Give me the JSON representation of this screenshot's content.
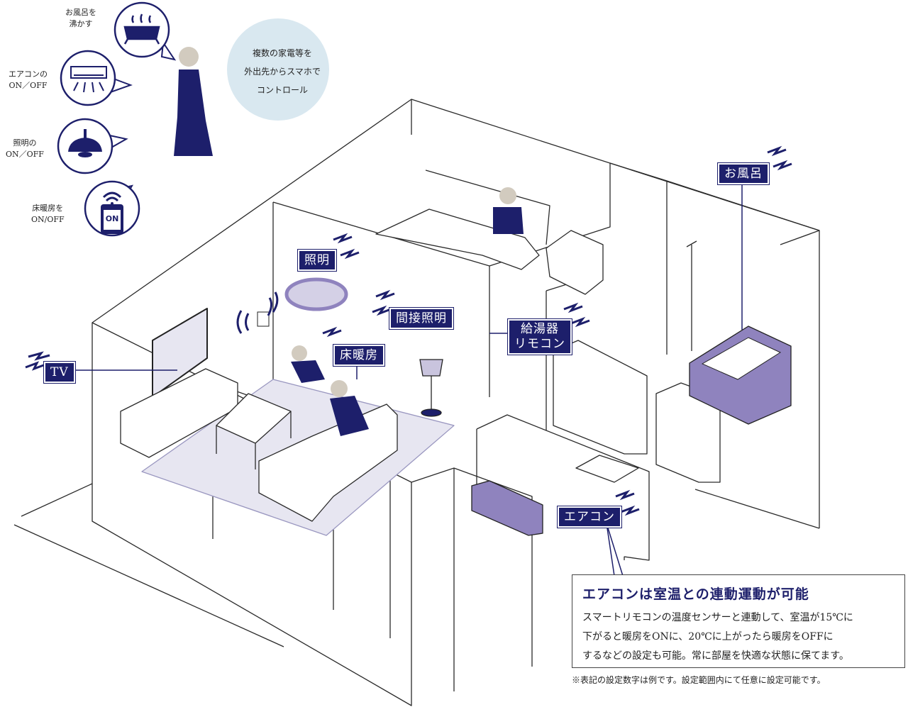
{
  "colors": {
    "navy": "#1d1f6b",
    "lavender": "#8f83be",
    "pale": "#e7e6f1",
    "bubble": "#d9e8f0",
    "line": "#2a2a2a"
  },
  "phone_controls": [
    {
      "caption": "お風呂を\n沸かす",
      "icon": "bathtub-icon"
    },
    {
      "caption": "エアコンの\nON／OFF",
      "icon": "air-conditioner-icon"
    },
    {
      "caption": "照明の\nON／OFF",
      "icon": "pendant-light-icon"
    },
    {
      "caption": "床暖房を\nON/OFF",
      "icon": "phone-on-icon",
      "button_text": "ON"
    }
  ],
  "bubble_text": "複数の家電等を\n外出先からスマホで\nコントロール",
  "labels": {
    "tv": "TV",
    "lighting": "照明",
    "indirect_lighting": "間接照明",
    "floor_heating": "床暖房",
    "water_heater_remote": "給湯器\nリモコン",
    "bath": "お風呂",
    "aircon": "エアコン"
  },
  "note": {
    "title": "エアコンは室温との連動運動が可能",
    "lines": [
      "スマートリモコンの温度センサーと連動して、室温が15℃に",
      "下がると暖房をONに、20℃に上がったら暖房をOFFに",
      "するなどの設定も可能。常に部屋を快適な状態に保てます。"
    ]
  },
  "footnote": "※表記の設定数字は例です。設定範囲内にて任意に設定可能です。"
}
